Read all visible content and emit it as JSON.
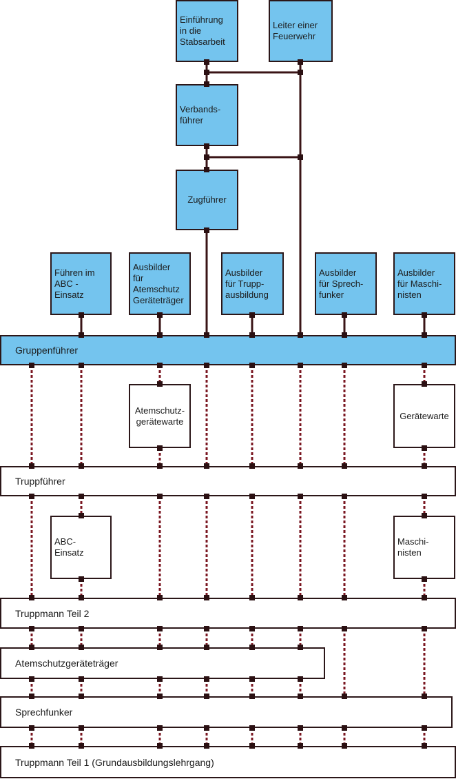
{
  "boxes": {
    "einfuehrung": "Einführung\nin die\nStabsarbeit",
    "leiter": "Leiter einer\nFeuerwehr",
    "verbandsfuehrer": "Verbands-\nführer",
    "zugfuehrer": "Zugführer",
    "abc_fuehren": "Führen im\nABC -\nEinsatz",
    "ausbilder_atemschutz": "Ausbilder\nfür\nAtemschutz\nGeräteträger",
    "ausbilder_trupp": "Ausbilder\nfür Trupp-\nausbildung",
    "ausbilder_sprech": "Ausbilder\nfür Sprech-\nfunker",
    "ausbilder_maschinisten": "Ausbilder\nfür Maschi-\nnisten",
    "gruppenfuehrer": "Gruppenführer",
    "atemschutzgeraetewarte": "Atemschutz-\ngerätewarte",
    "geraetewarte": "Gerätewarte",
    "truppfuehrer": "Truppführer",
    "abc_einsatz": "ABC-\nEinsatz",
    "maschinisten": "Maschi-\nnisten",
    "truppmann2": "Truppmann Teil 2",
    "atemschutzgeraetetraeger": "Atemschutzgeräteträger",
    "sprechfunker": "Sprechfunker",
    "truppmann1": "Truppmann Teil 1 (Grundausbildungslehrgang)"
  },
  "colors": {
    "box_fill": "#74c4ee",
    "line": "#3a1416",
    "dashed": "#7a1620",
    "border": "#2b1618"
  }
}
